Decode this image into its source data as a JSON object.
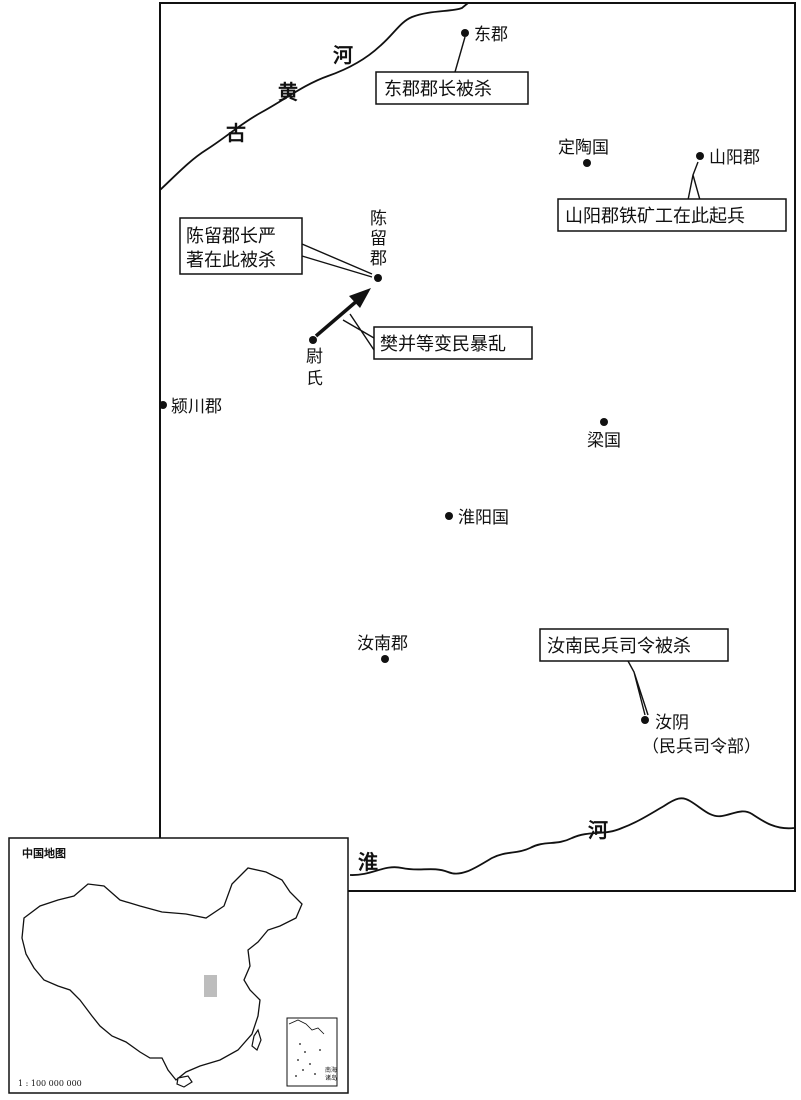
{
  "map": {
    "rivers": {
      "yellow_river": [
        "古",
        "黄",
        "河"
      ],
      "huai_river": [
        "淮",
        "河"
      ]
    },
    "places": {
      "dongjun": "东郡",
      "dingtao": "定陶国",
      "shanyang": "山阳郡",
      "chenliu": [
        "陈",
        "留",
        "郡"
      ],
      "weishi": [
        "尉",
        "氏"
      ],
      "yingchuan": "颍川郡",
      "liang": "梁国",
      "huaiyang": "淮阳国",
      "runan": "汝南郡",
      "ruyin": "汝阴",
      "ruyin_note": "（民兵司令部）"
    },
    "callouts": {
      "dongjun_killed": "东郡郡长被杀",
      "shanyang_uprising": "山阳郡铁矿工在此起兵",
      "chenliu_killed": [
        "陈留郡长严",
        "著在此被杀"
      ],
      "fan_bing_riot": "樊并等变民暴乱",
      "runan_killed": "汝南民兵司令被杀"
    }
  },
  "inset": {
    "title": "中国地图",
    "scale": "1 : 100 000 000",
    "south_sea_label": [
      "南海",
      "诸岛"
    ]
  }
}
